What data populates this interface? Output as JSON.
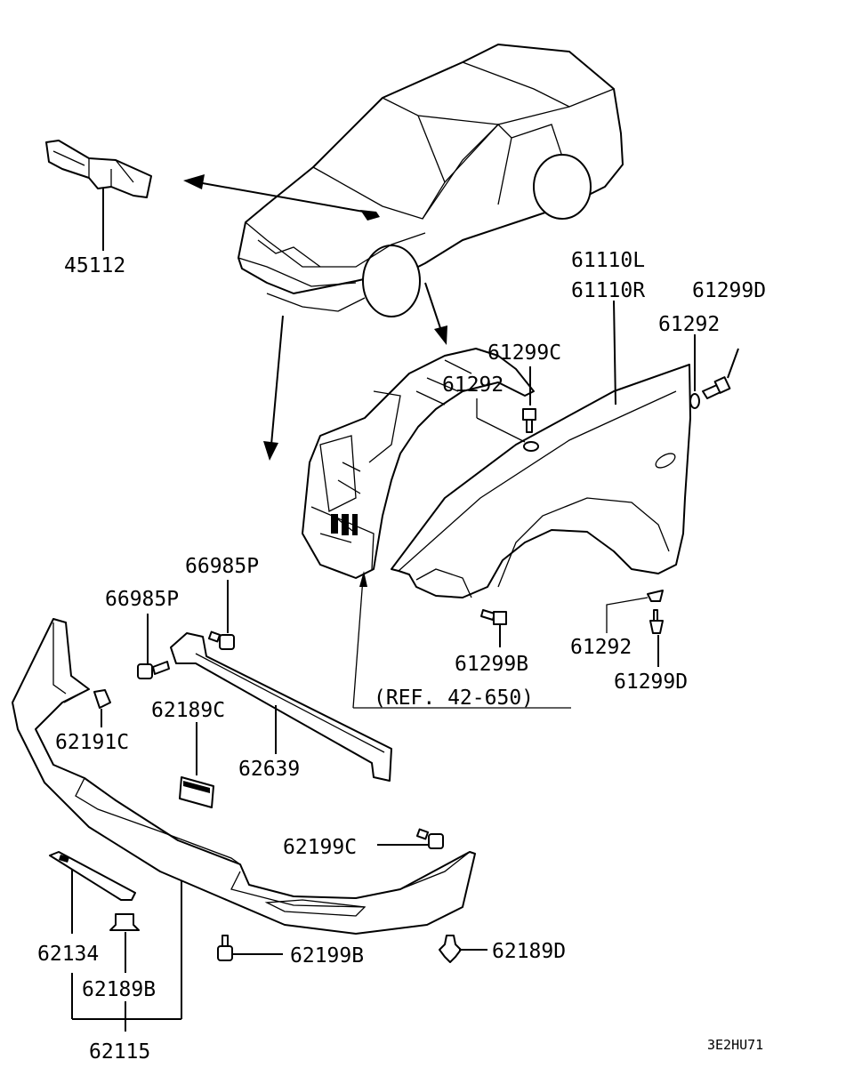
{
  "diagram": {
    "code": "3E2HU71",
    "reference": "(REF. 42-650)",
    "part_numbers": {
      "p45112": "45112",
      "p61110L": "61110L",
      "p61110R": "61110R",
      "p61299D_top": "61299D",
      "p61292_top_right": "61292",
      "p61299C_top": "61299C",
      "p61292_mid": "61292",
      "p66985P_upper": "66985P",
      "p66985P_lower": "66985P",
      "p61299B": "61299B",
      "p61292_bottom": "61292",
      "p61299D_bottom": "61299D",
      "p62189C": "62189C",
      "p62191C": "62191C",
      "p62639": "62639",
      "p62199C": "62199C",
      "p62134": "62134",
      "p62199B": "62199B",
      "p62189D": "62189D",
      "p62189B": "62189B",
      "p62115": "62115"
    }
  }
}
